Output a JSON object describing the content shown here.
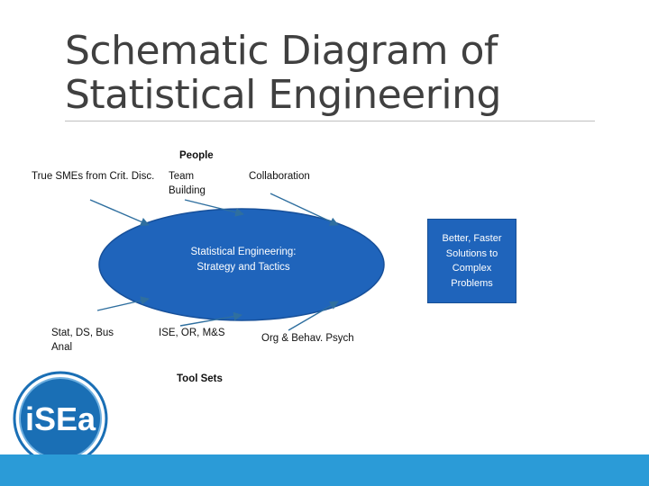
{
  "title": {
    "line1": "Schematic Diagram of",
    "line2": "Statistical Engineering"
  },
  "people": {
    "heading": "People",
    "items": [
      "True SMEs from Crit. Disc.",
      "Team Building",
      "Collaboration"
    ]
  },
  "center": {
    "line1": "Statistical Engineering:",
    "line2": "Strategy and Tactics"
  },
  "tool_sets": {
    "heading": "Tool Sets",
    "items": [
      "Stat, DS, Bus Anal",
      "ISE, OR, M&S",
      "Org & Behav. Psych"
    ]
  },
  "output": {
    "lines": [
      "Better, Faster",
      "Solutions to",
      "Complex",
      "Problems"
    ]
  },
  "logo": {
    "text": "iSEa"
  },
  "colors": {
    "ellipse_fill": "#1f64bb",
    "box_fill": "#1f64bb",
    "arrow": "#2f6f9f",
    "footer": "#2b9bd7",
    "logo_blue": "#1a6fb5"
  }
}
